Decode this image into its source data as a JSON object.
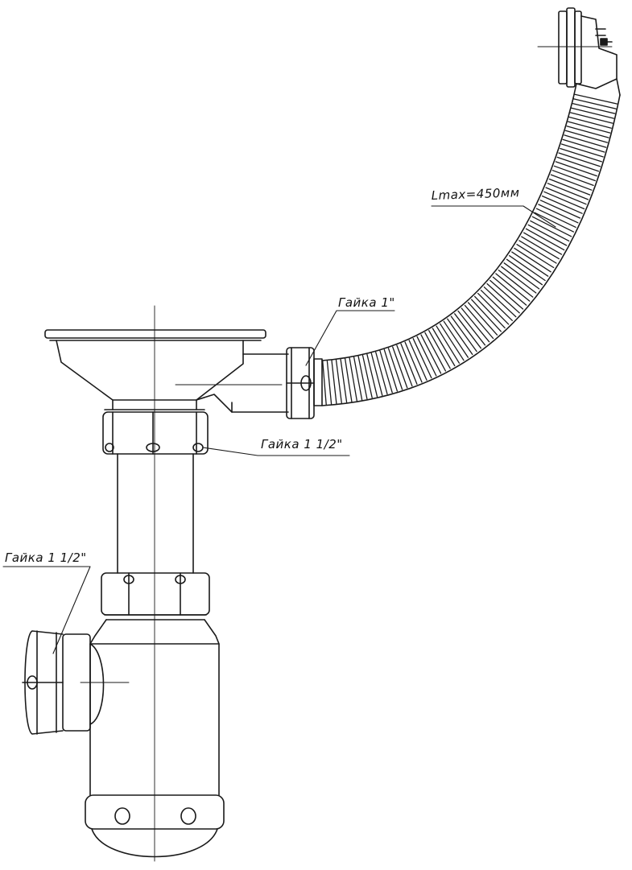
{
  "labels": {
    "hose_length": "Lmax=450мм",
    "nut_hose": "Гайка 1\"",
    "nut_strainer": "Гайка 1 1/2\"",
    "nut_side_inlet": "Гайка 1 1/2\""
  },
  "colors": {
    "line": "#1a1a1a",
    "background": "#ffffff"
  }
}
